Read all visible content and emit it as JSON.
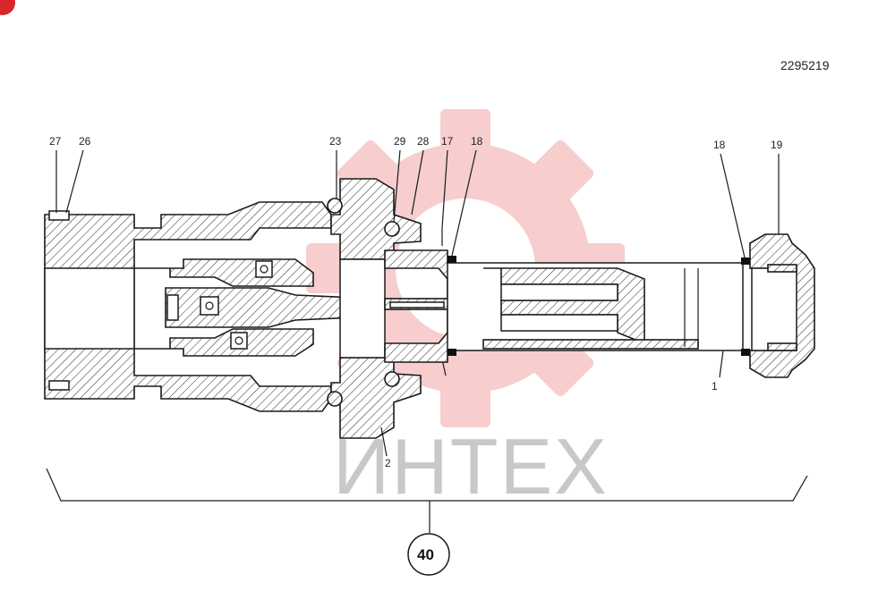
{
  "document_number": "2295219",
  "watermark_text": "ИНТЕХ",
  "assembly_callout": "40",
  "part_labels": {
    "p27": "27",
    "p26": "26",
    "p23": "23",
    "p29": "29",
    "p28": "28",
    "p17": "17",
    "p18a": "18",
    "p18b": "18",
    "p19": "19",
    "p1": "1",
    "p2": "2"
  },
  "colors": {
    "line": "#1a1a1a",
    "watermark_gear": "#f2b3b3",
    "watermark_text": "#c8c8c8",
    "corner_badge": "#d9262c"
  },
  "icons": {
    "corner_badge": "red-circle-badge-icon",
    "watermark": "gear-logo-icon"
  }
}
